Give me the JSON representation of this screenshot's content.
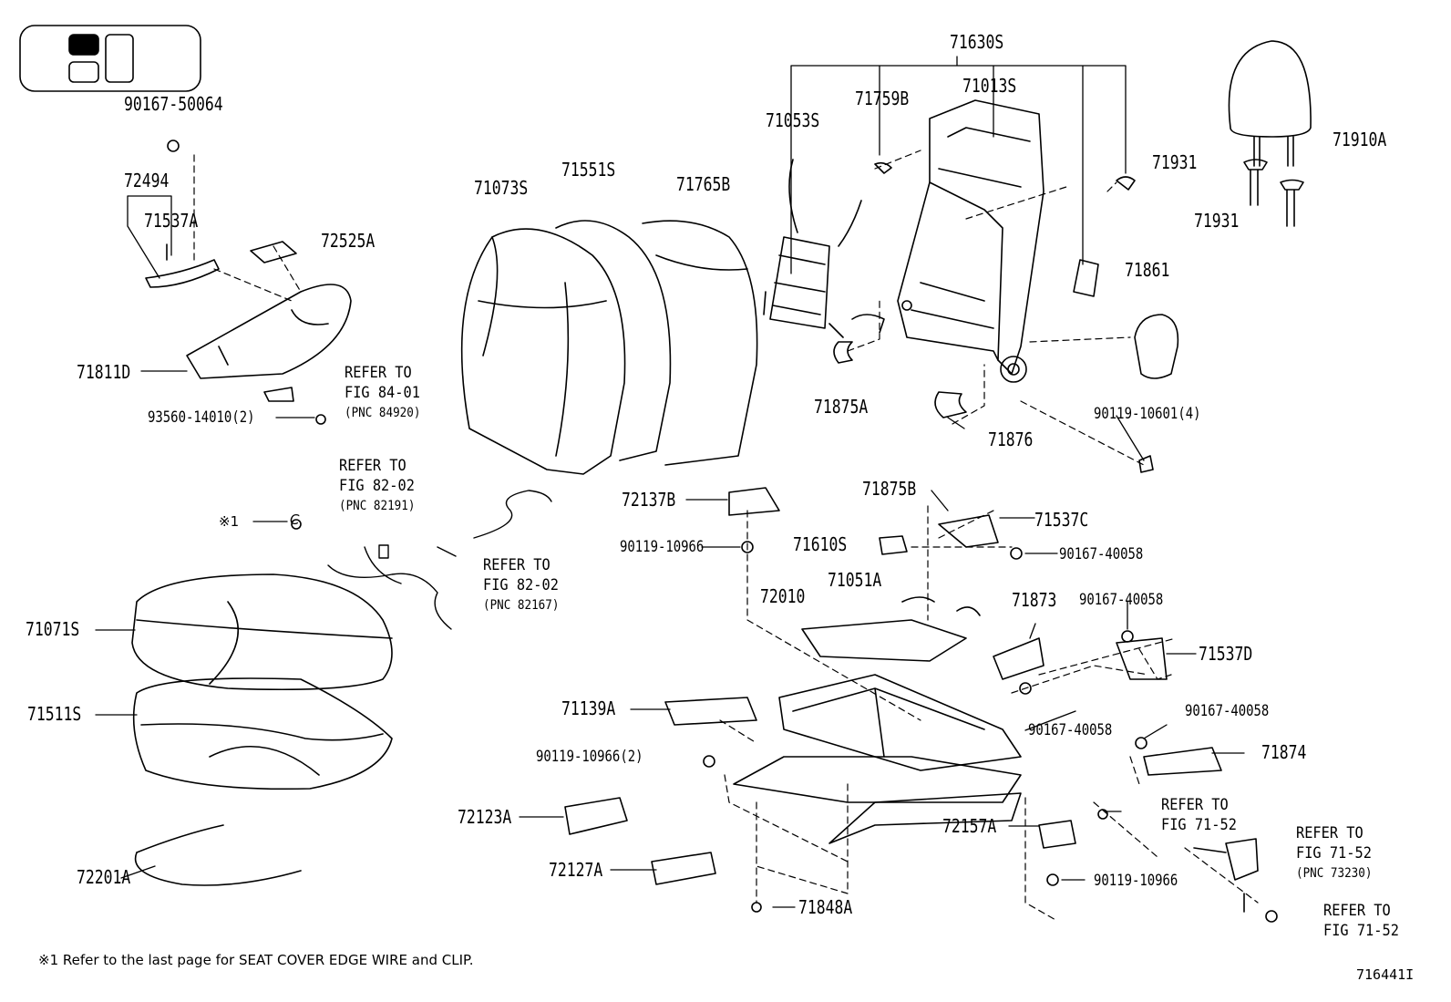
{
  "parts": {
    "p71630S": "71630S",
    "p71759B": "71759B",
    "p71013S": "71013S",
    "p71053S": "71053S",
    "p71910A": "71910A",
    "p71931a": "71931",
    "p71931b": "71931",
    "p90167_50064": "90167-50064",
    "p72494": "72494",
    "p71537A": "71537A",
    "p72525A": "72525A",
    "p71073S": "71073S",
    "p71551S": "71551S",
    "p71765B": "71765B",
    "p71861": "71861",
    "p71875A": "71875A",
    "p71876": "71876",
    "p90119_10601": "90119-10601(4)",
    "p71811D": "71811D",
    "p93560_14010": "93560-14010(2)",
    "p72137B": "72137B",
    "p71875B": "71875B",
    "p71537C": "71537C",
    "p90119_10966a": "90119-10966",
    "p90167_40058a": "90167-40058",
    "p71610S": "71610S",
    "p72010": "72010",
    "p71051A": "71051A",
    "p71873": "71873",
    "p90167_40058b": "90167-40058",
    "p71537D": "71537D",
    "p71071S": "71071S",
    "p71511S": "71511S",
    "p71139A": "71139A",
    "p90167_40058c": "90167-40058",
    "p90167_40058d": "90167-40058",
    "p71874": "71874",
    "p90119_10966b": "90119-10966(2)",
    "p72123A": "72123A",
    "p72157A": "72157A",
    "p72127A": "72127A",
    "p90119_10966c": "90119-10966",
    "p72201A": "72201A",
    "p71848A": "71848A"
  },
  "refs": {
    "r1_line1": "REFER TO",
    "r1_line2": "FIG 84-01",
    "r1_line3": "(PNC 84920)",
    "r2_line1": "REFER TO",
    "r2_line2": "FIG 82-02",
    "r2_line3": "(PNC 82191)",
    "r3_line1": "REFER TO",
    "r3_line2": "FIG 82-02",
    "r3_line3": "(PNC 82167)",
    "r4_line1": "REFER TO",
    "r4_line2": "FIG 71-52",
    "r5_line1": "REFER TO",
    "r5_line2": "FIG 71-52",
    "r5_line3": "(PNC 73230)",
    "r6_line1": "REFER TO",
    "r6_line2": "FIG 71-52"
  },
  "note_marker": "※1",
  "note_marker_letter": "C",
  "footnote": "※1 Refer to the last page for SEAT COVER EDGE WIRE and CLIP.",
  "figure_code": "716441I"
}
